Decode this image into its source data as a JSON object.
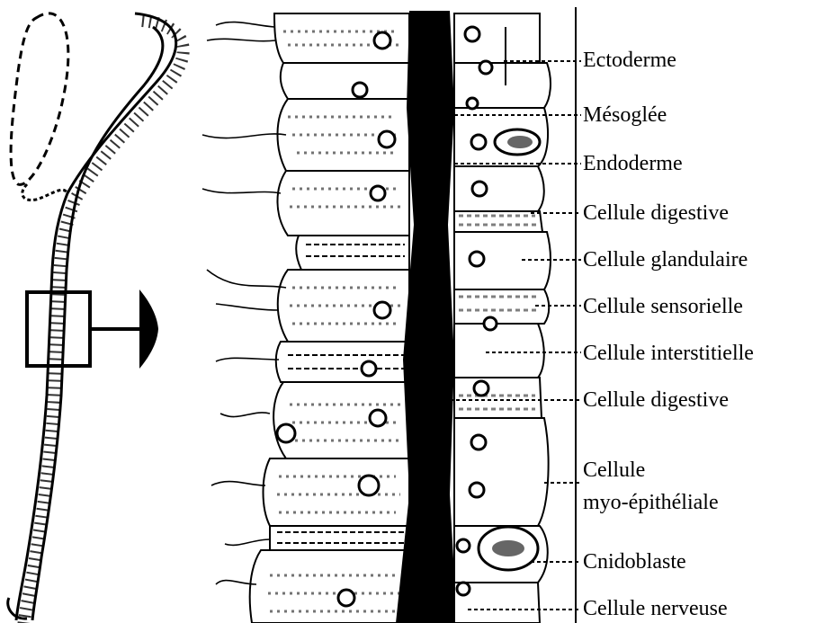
{
  "diagram": {
    "labels": [
      {
        "id": "ectoderme",
        "text": "Ectoderme"
      },
      {
        "id": "mesoglee",
        "text": "Mésoglée"
      },
      {
        "id": "endoderme",
        "text": "Endoderme"
      },
      {
        "id": "cellule-digestive-1",
        "text": "Cellule digestive"
      },
      {
        "id": "cellule-glandulaire",
        "text": "Cellule glandulaire"
      },
      {
        "id": "cellule-sensorielle",
        "text": "Cellule sensorielle"
      },
      {
        "id": "cellule-interstitielle",
        "text": "Cellule interstitielle"
      },
      {
        "id": "cellule-digestive-2",
        "text": "Cellule digestive"
      },
      {
        "id": "cellule-myo-line1",
        "text": "Cellule"
      },
      {
        "id": "cellule-myo-line2",
        "text": "myo-épithéliale"
      },
      {
        "id": "cnidoblaste",
        "text": "Cnidoblaste"
      },
      {
        "id": "cellule-nerveuse",
        "text": "Cellule nerveuse"
      }
    ]
  }
}
